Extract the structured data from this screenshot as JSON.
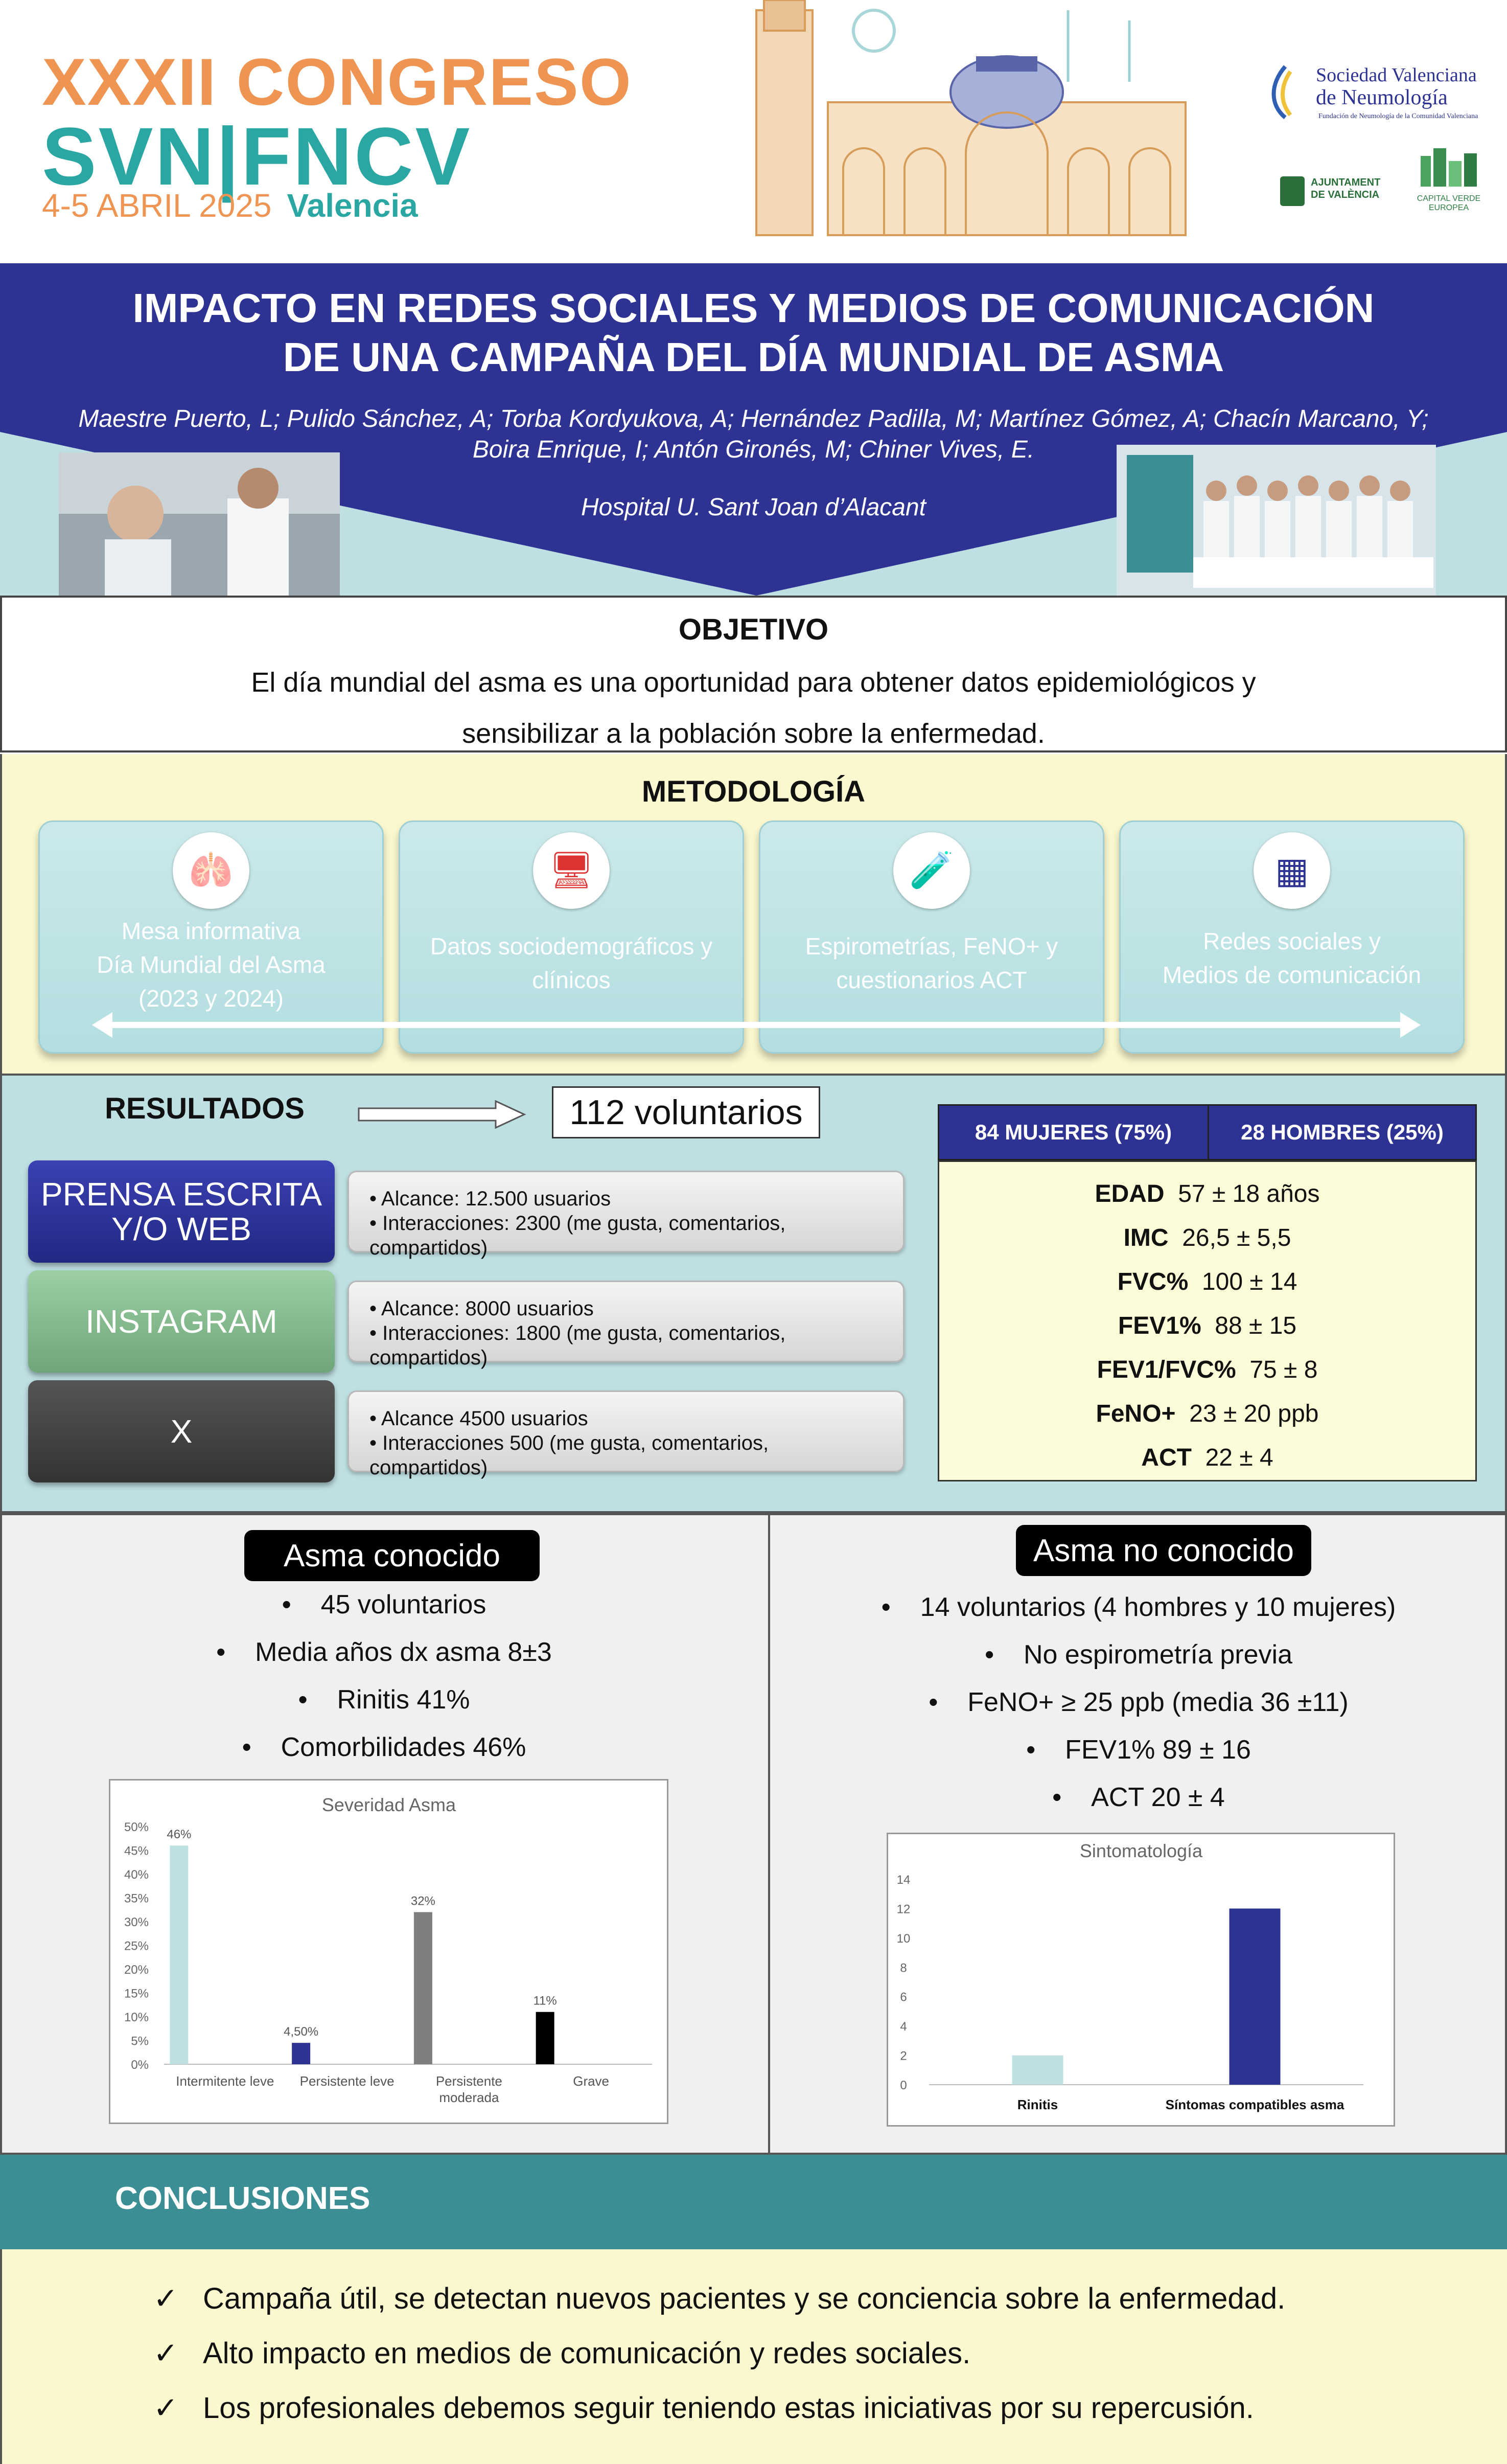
{
  "header": {
    "congress_line1": "XXXII CONGRESO",
    "congress_line2": "SVN|FNCV",
    "date": "4-5 ABRIL 2025",
    "city": "Valencia",
    "logo_svn_line1": "Sociedad Valenciana",
    "logo_svn_line2": "de Neumología",
    "logo_svn_sub": "Fundación de Neumología de la Comunidad Valenciana",
    "logo_ajuntament": "AJUNTAMENT DE VALÈNCIA",
    "logo_green": "CAPITAL VERDE EUROPEA"
  },
  "title": {
    "line1": "IMPACTO EN REDES SOCIALES Y MEDIOS DE COMUNICACIÓN",
    "line2": "DE UNA CAMPAÑA DEL DÍA MUNDIAL DE ASMA",
    "authors_line1": "Maestre Puerto, L; Pulido Sánchez, A; Torba Kordyukova, A; Hernández Padilla, M; Martínez Gómez, A; Chacín Marcano, Y;",
    "authors_line2": "Boira Enrique, I; Antón Gironés, M; Chiner Vives, E.",
    "hospital": "Hospital U. Sant Joan d’Alacant"
  },
  "objetivo": {
    "heading": "OBJETIVO",
    "line1": "El día mundial del asma es una oportunidad para obtener datos epidemiológicos y",
    "line2": "sensibilizar a la población sobre la enfermedad."
  },
  "metodologia": {
    "heading": "METODOLOGÍA",
    "cards": [
      {
        "line1": "Mesa informativa",
        "line2": "Día Mundial del Asma",
        "line3": "(2023 y 2024)",
        "icon": "asthma-day-logo-icon"
      },
      {
        "line1": "Datos sociodemográficos y",
        "line2": "clínicos",
        "line3": "",
        "icon": "computer-data-icon"
      },
      {
        "line1": "Espirometrías, FeNO+ y",
        "line2": "cuestionarios ACT",
        "line3": "",
        "icon": "spirometry-icon"
      },
      {
        "line1": "Redes sociales y",
        "line2": "Medios de comunicación",
        "line3": "",
        "icon": "social-media-cube-icon"
      }
    ]
  },
  "resultados": {
    "heading": "RESULTADOS",
    "voluntarios": "112 voluntarios",
    "media": [
      {
        "name": "PRENSA ESCRITA Y/O WEB",
        "alcance": "Alcance: 12.500 usuarios",
        "interacciones": "Interacciones: 2300 (me gusta, comentarios, compartidos)",
        "color": "#2e3393"
      },
      {
        "name": "INSTAGRAM",
        "alcance": "Alcance: 8000 usuarios",
        "interacciones": "Interacciones: 1800 (me gusta, comentarios, compartidos)",
        "color": "#86bb8f"
      },
      {
        "name": "X",
        "alcance": "Alcance 4500 usuarios",
        "interacciones": "Interacciones 500 (me gusta, comentarios, compartidos)",
        "color": "#444444"
      }
    ],
    "mujeres": "84 MUJERES (75%)",
    "hombres": "28 HOMBRES (25%)",
    "stats": [
      {
        "label": "EDAD",
        "value": "57 ± 18 años"
      },
      {
        "label": "IMC",
        "value": "26,5 ± 5,5"
      },
      {
        "label": "FVC%",
        "value": "100 ± 14"
      },
      {
        "label": "FEV1%",
        "value": "88 ± 15"
      },
      {
        "label": "FEV1/FVC%",
        "value": "75 ± 8"
      },
      {
        "label": "FeNO+",
        "value": "23 ± 20 ppb"
      },
      {
        "label": "ACT",
        "value": "22 ± 4"
      }
    ]
  },
  "asma_conocido": {
    "title": "Asma conocido",
    "bullets": [
      "45 voluntarios",
      "Media años dx asma 8±3",
      "Rinitis 41%",
      "Comorbilidades 46%"
    ]
  },
  "asma_no_conocido": {
    "title": "Asma no conocido",
    "bullets": [
      "14 voluntarios (4 hombres y 10 mujeres)",
      "No espirometría previa",
      "FeNO+ ≥ 25 ppb (media 36 ±11)",
      "FEV1% 89 ± 16",
      "ACT 20 ± 4"
    ]
  },
  "chart_data": [
    {
      "type": "bar",
      "title": "Severidad Asma",
      "categories": [
        "Intermitente leve",
        "Persistente leve",
        "Persistente moderada",
        "Grave"
      ],
      "values": [
        46,
        4.5,
        32,
        11
      ],
      "data_labels": [
        "46%",
        "4,50%",
        "32%",
        "11%"
      ],
      "colors": [
        "#bfe0e3",
        "#2e3393",
        "#7f7f7f",
        "#000000"
      ],
      "yticks": [
        "0%",
        "5%",
        "10%",
        "15%",
        "20%",
        "25%",
        "30%",
        "35%",
        "40%",
        "45%",
        "50%"
      ],
      "ylim": [
        0,
        50
      ]
    },
    {
      "type": "bar",
      "title": "Sintomatología",
      "categories": [
        "Rinitis",
        "Síntomas compatibles asma"
      ],
      "values": [
        2,
        12
      ],
      "colors": [
        "#bfe0e3",
        "#2e3393"
      ],
      "yticks": [
        "0",
        "2",
        "4",
        "6",
        "8",
        "10",
        "12",
        "14"
      ],
      "ylim": [
        0,
        14
      ]
    }
  ],
  "conclusiones": {
    "heading": "CONCLUSIONES",
    "check": "✓",
    "items": [
      "Campaña útil, se detectan nuevos pacientes y se conciencia sobre la enfermedad.",
      "Alto impacto en medios de comunicación y redes sociales.",
      "Los profesionales debemos seguir teniendo estas iniciativas por su repercusión."
    ]
  }
}
